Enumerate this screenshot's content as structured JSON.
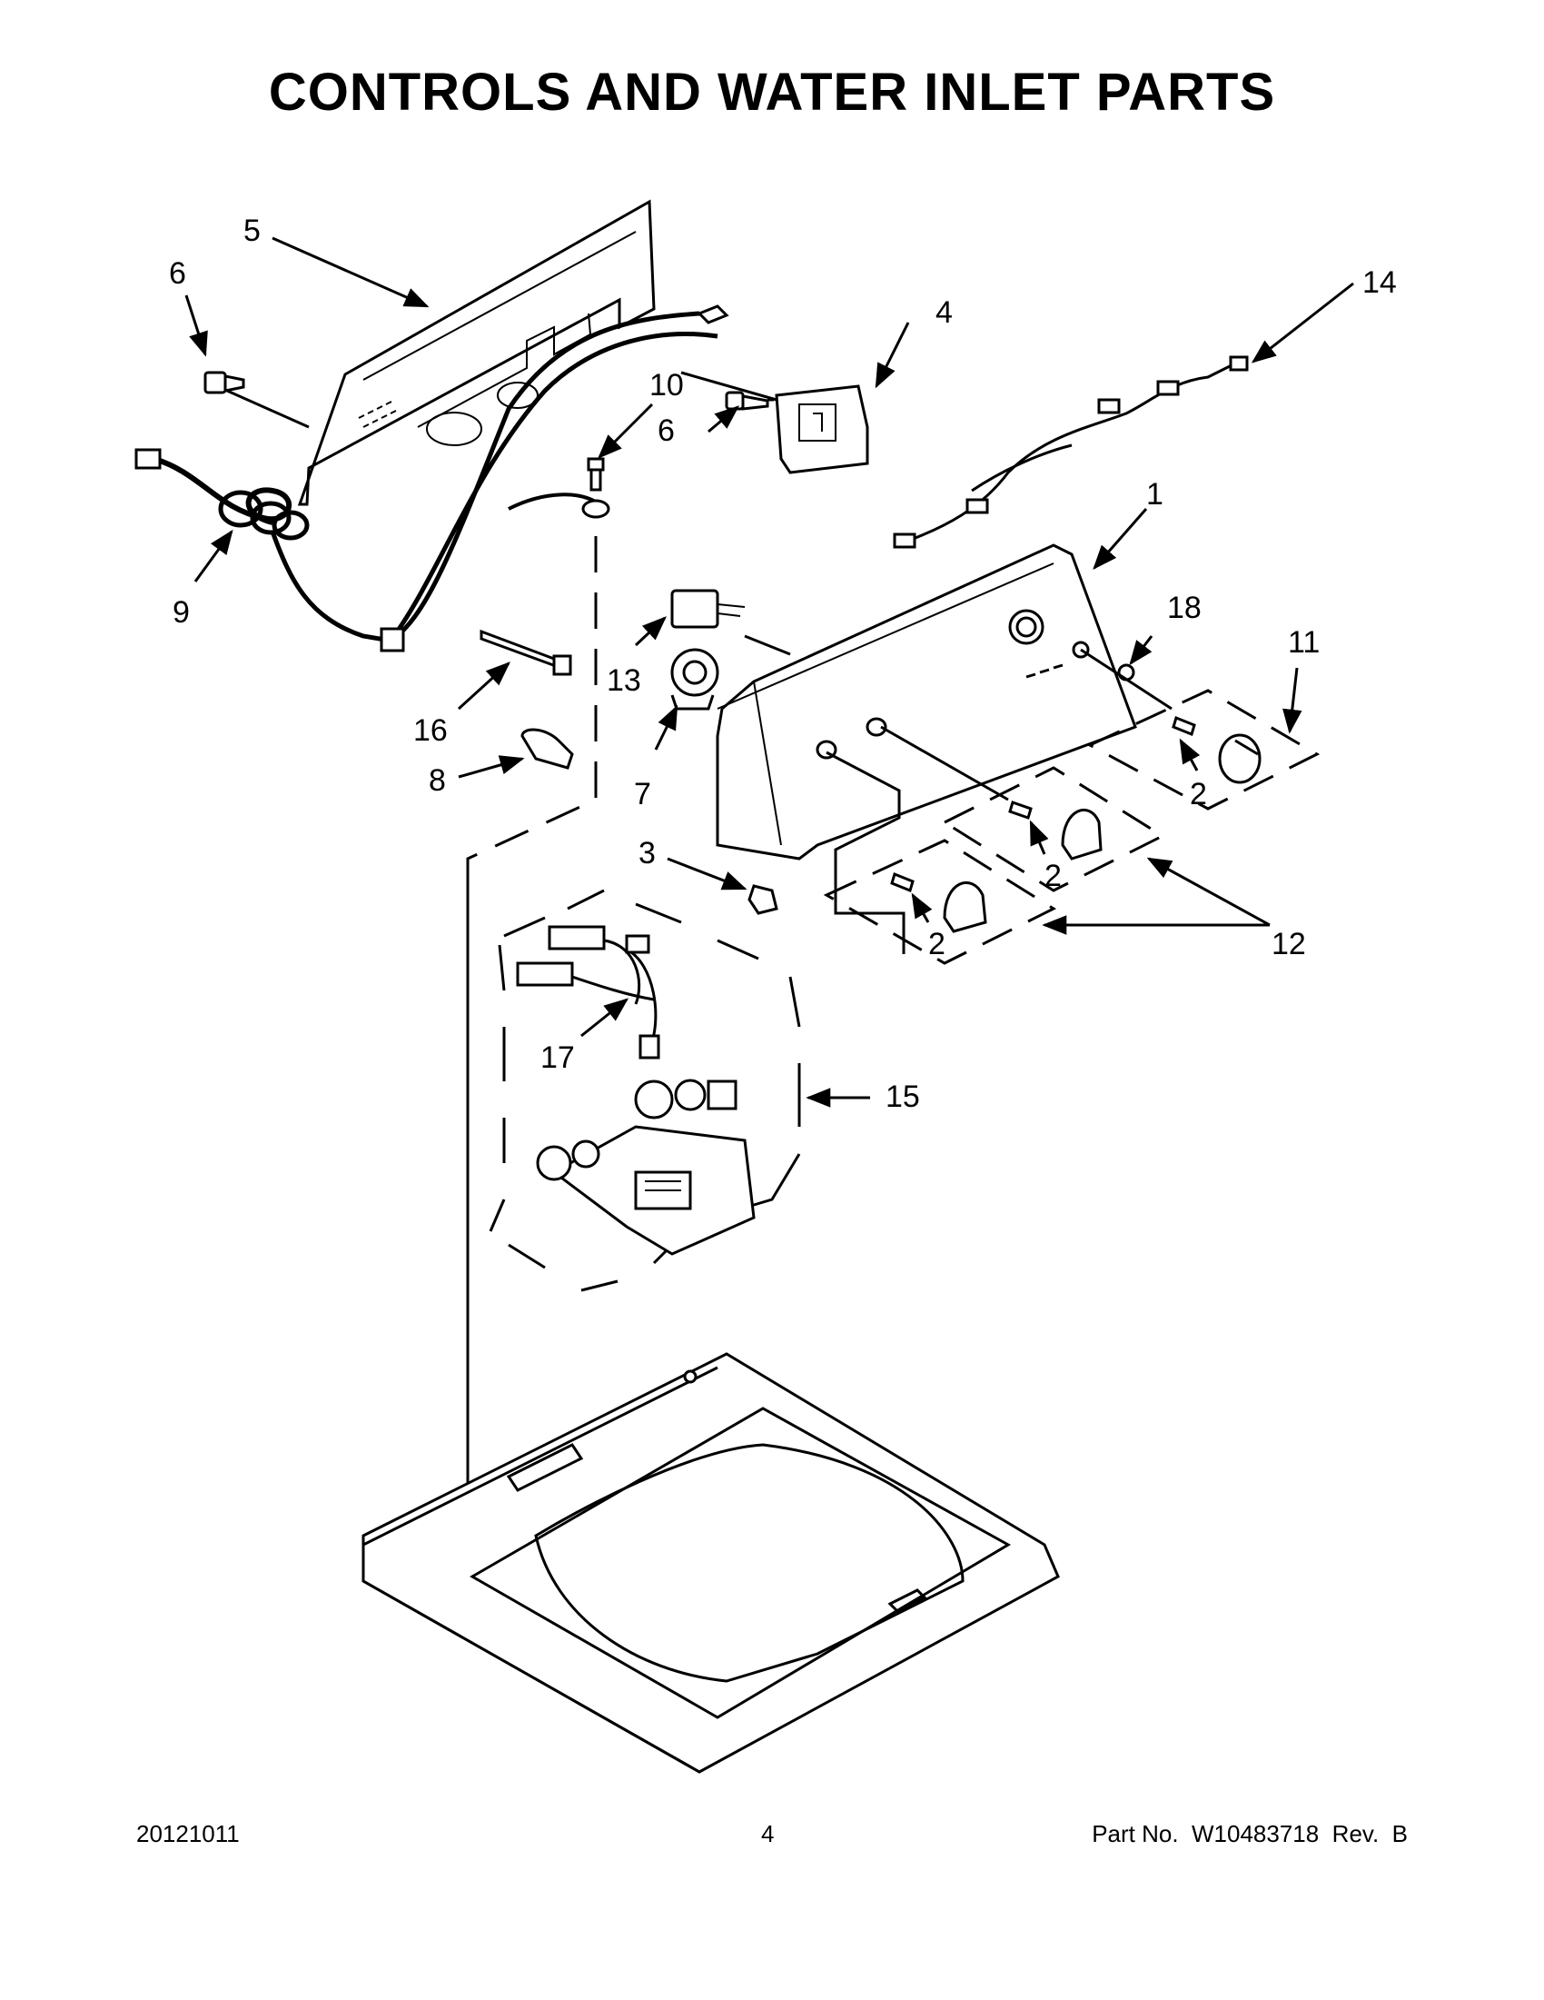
{
  "title": "CONTROLS AND WATER INLET PARTS",
  "footer": {
    "date": "20121011",
    "page_number": "4",
    "part_no": "Part No.  W10483718  Rev.  B"
  },
  "callouts": {
    "c1": "1",
    "c2a": "2",
    "c2b": "2",
    "c2c": "2",
    "c3": "3",
    "c4": "4",
    "c5": "5",
    "c6a": "6",
    "c6b": "6",
    "c7": "7",
    "c8": "8",
    "c9": "9",
    "c10": "10",
    "c11": "11",
    "c12": "12",
    "c13": "13",
    "c14": "14",
    "c15": "15",
    "c16": "16",
    "c17": "17",
    "c18": "18"
  },
  "colors": {
    "ink": "#000000",
    "fill": "#ffffff",
    "shade": "#d9d9d9"
  }
}
